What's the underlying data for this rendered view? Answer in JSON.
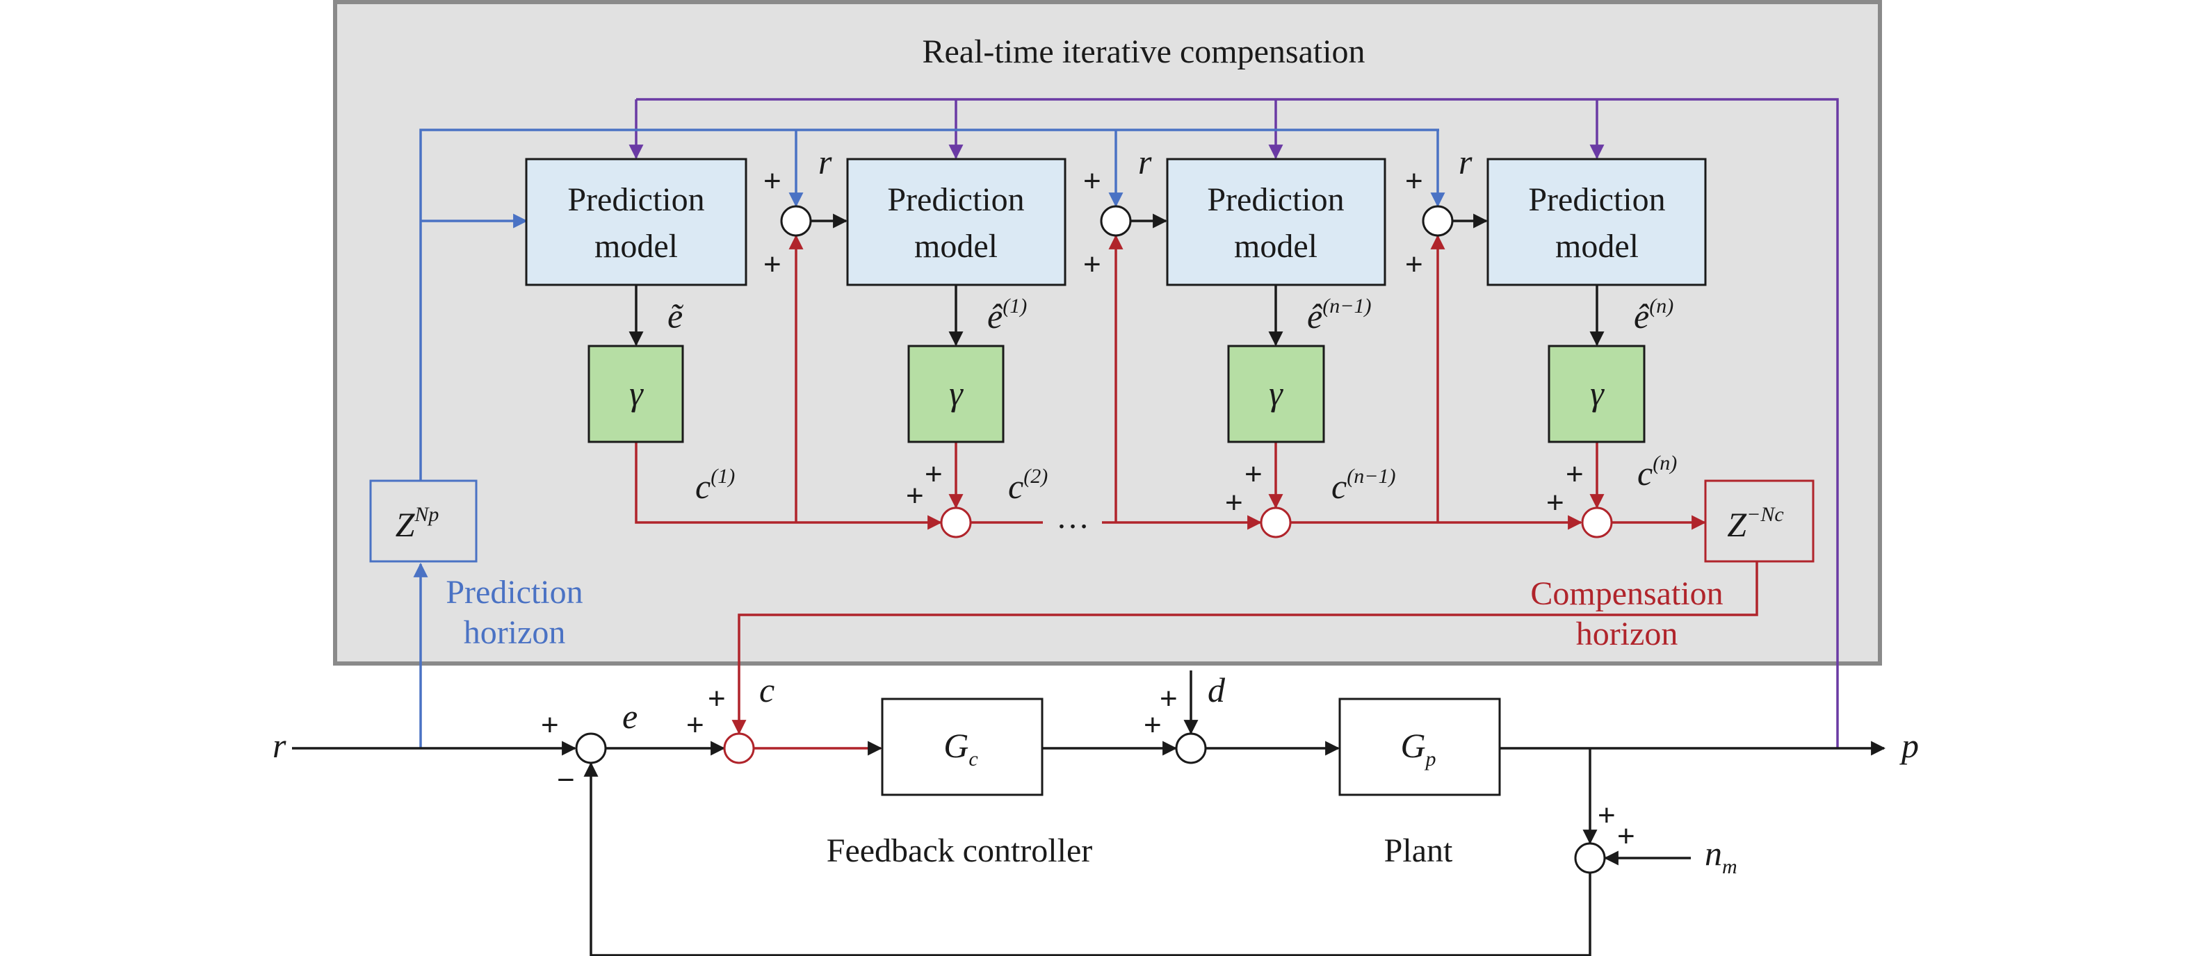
{
  "region_title": "Real-time iterative compensation",
  "prediction_model_label": [
    "Prediction",
    "model"
  ],
  "gamma": "γ",
  "prediction_horizon": {
    "base": "Z",
    "sup": "Np",
    "caption": [
      "Prediction",
      "horizon"
    ]
  },
  "compensation_horizon": {
    "base": "Z",
    "sup": "−Nc",
    "caption": [
      "Compensation",
      "horizon"
    ]
  },
  "prediction_errors": [
    {
      "base": "ẽ",
      "sup": ""
    },
    {
      "base": "ê",
      "sup": "(1)"
    },
    {
      "base": "ê",
      "sup": "(n−1)"
    },
    {
      "base": "ê",
      "sup": "(n)"
    }
  ],
  "compensations": [
    {
      "base": "c",
      "sup": "(1)"
    },
    {
      "base": "c",
      "sup": "(2)"
    },
    {
      "base": "c",
      "sup": "(n−1)"
    },
    {
      "base": "c",
      "sup": "(n)"
    }
  ],
  "ellipsis": "…",
  "signals": {
    "r": "r",
    "e": "e",
    "c": "c",
    "d": "d",
    "p": "p",
    "n_base": "n",
    "n_sub": "m"
  },
  "controller": {
    "base": "G",
    "sub": "c",
    "caption": "Feedback controller"
  },
  "plant": {
    "base": "G",
    "sub": "p",
    "caption": "Plant"
  },
  "signs": {
    "plus": "+",
    "minus": "−"
  },
  "colors": {
    "model_fill": "#dbe9f4",
    "gamma_fill": "#b6dea4",
    "region_fill": "#e1e1e1",
    "region_border": "#8a8a8a",
    "prediction": "#4a72c4",
    "feedforward": "#6a3aa4",
    "compensation": "#b0242b",
    "main": "#1a1a1a"
  }
}
